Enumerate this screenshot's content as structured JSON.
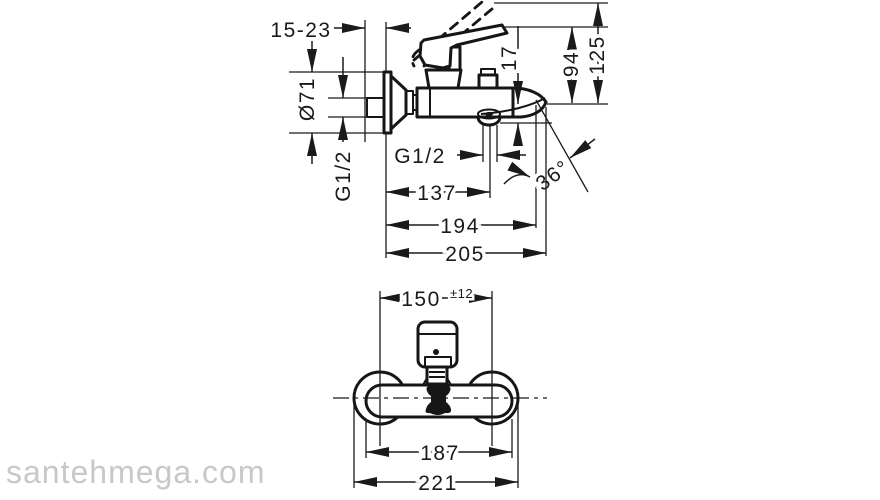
{
  "background": "#ffffff",
  "colors": {
    "line": "#161616",
    "dimension": "#1a1a1a",
    "watermark": "#c8c8c8"
  },
  "watermark": {
    "text": "santehmega.com"
  },
  "side_view": {
    "title": "bath mixer side elevation",
    "dimensions": {
      "wall_depth_range": "15-23",
      "escutcheon_diameter": "Ø71",
      "inlet_thread": "G1/2",
      "outlet_thread": "G1/2",
      "outlet_height": "17",
      "height_to_spout": "94",
      "overall_height": "125",
      "spout_angle": "36°",
      "depth_to_outlet": "137",
      "depth_to_spout_tip": "194",
      "overall_depth": "205"
    }
  },
  "front_view": {
    "title": "bath mixer front elevation",
    "dimensions": {
      "hole_spacing": "150",
      "hole_spacing_tolerance": "±12",
      "body_width": "187",
      "overall_width": "221"
    }
  }
}
